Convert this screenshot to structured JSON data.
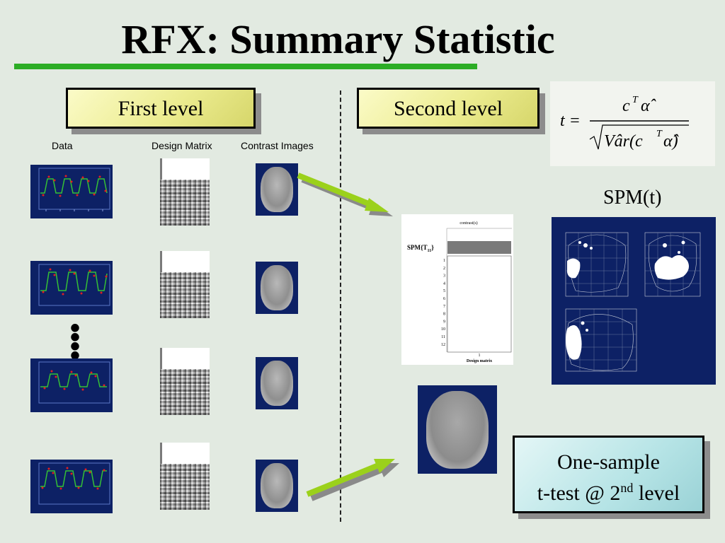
{
  "title": "RFX: Summary Statistic",
  "boxes": {
    "first_level": "First level",
    "second_level": "Second level"
  },
  "columns": {
    "data": "Data",
    "design_matrix": "Design Matrix",
    "contrast_images": "Contrast Images"
  },
  "ellipsis": "⋮",
  "formula": {
    "lhs": "t =",
    "numerator": "c",
    "numerator_sup": "T",
    "numerator_alpha": "α̂",
    "denominator": "Vâr(c",
    "denominator_sup": "T",
    "denominator_tail": "α̂)"
  },
  "spm_label": "SPM(t)",
  "design_figure": {
    "header": "contrast(s)",
    "spm_label": "SPM{T",
    "spm_sub": "11",
    "spm_close": "}",
    "rows": [
      "1",
      "2",
      "3",
      "4",
      "5",
      "6",
      "7",
      "8",
      "9",
      "10",
      "11",
      "12"
    ],
    "col_tick": "1",
    "xlabel": "Design matrix"
  },
  "onesample": {
    "line1": "One-sample",
    "line2_pre": "t-test @ 2",
    "line2_sup": "nd",
    "line2_post": " level"
  },
  "colors": {
    "accent_green": "#2cad25",
    "arrow_green": "#9bd11b",
    "panel_navy": "#0d2165",
    "level_box_yellow": "#ecec90",
    "onesample_cyan": "#b6e4e6"
  }
}
